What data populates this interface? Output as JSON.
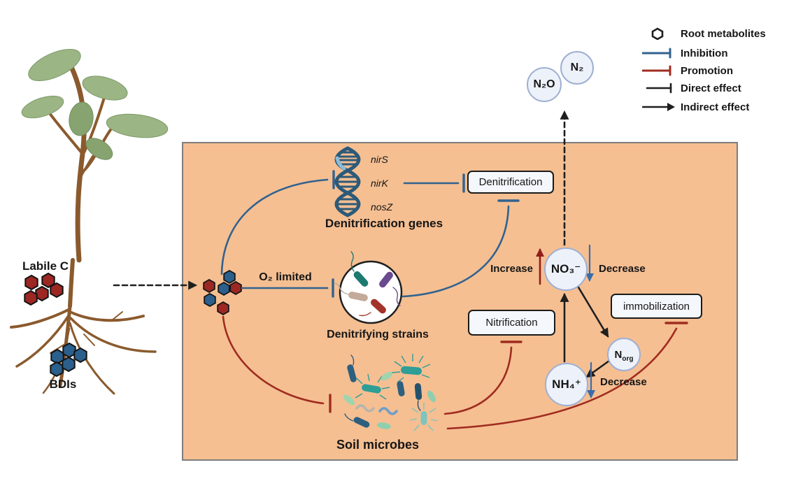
{
  "legend": {
    "items": [
      {
        "label": "Root metabolites"
      },
      {
        "label": "Inhibition"
      },
      {
        "label": "Promotion"
      },
      {
        "label": "Direct effect"
      },
      {
        "label": "Indirect effect"
      }
    ]
  },
  "plant": {
    "labile_c": "Labile C",
    "bdis": "BDIs"
  },
  "gases": {
    "n2o": "N₂O",
    "n2": "N₂"
  },
  "pathway": {
    "genes": {
      "g1": "nirS",
      "g2": "nirK",
      "g3": "nosZ",
      "label": "Denitrification genes"
    },
    "denitrification": "Denitrification",
    "o2_limited": "O₂ limited",
    "strains": "Denitrifying strains",
    "nitrification": "Nitrification",
    "immobilization": "immobilization",
    "soil_microbes": "Soil microbes",
    "increase": "Increase",
    "decrease_no3": "Decrease",
    "decrease_nh4": "Decrease",
    "no3": "NO₃⁻",
    "nh4": "NH₄⁺",
    "norg_main": "N",
    "norg_sub": "org"
  },
  "colors": {
    "inhibition": "#31628f",
    "promotion": "#a02c20",
    "direct": "#1f1f1f",
    "increase": "#8f1f1a",
    "decrease": "#3c6ca8",
    "panel_fill": "#f5bf92",
    "panel_border": "#7d7d7d",
    "node_fill": "#edf2fa",
    "node_border": "#9fafd3",
    "label_box_fill": "#f4f7fb",
    "label_box_border": "#1a1a1a",
    "hex_labile": "#9c2723",
    "hex_bdi": "#2b5f8c",
    "dna": "#2d5a78",
    "dna_light": "#8abbd9",
    "stem": "#8a5a2d",
    "leaf": "#9cb585",
    "leaf_dark": "#87a370"
  }
}
